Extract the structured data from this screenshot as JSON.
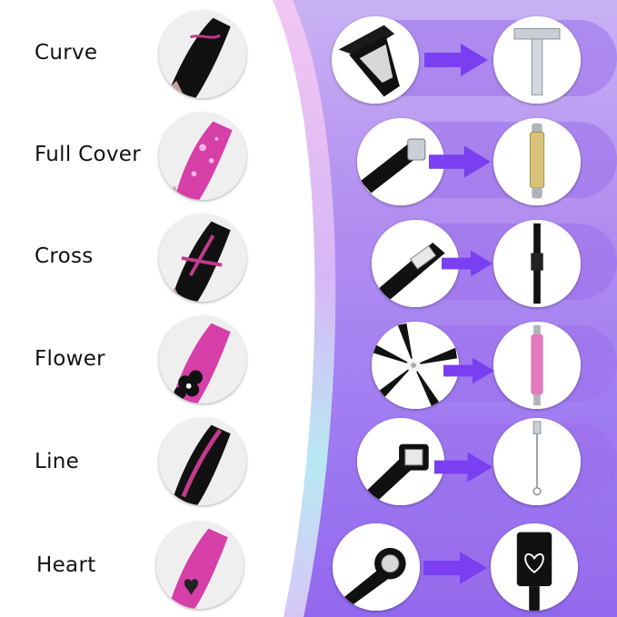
{
  "colors": {
    "label_text": "#111111",
    "arrow": "#7a3ff0",
    "pill": "#9a70eb",
    "nail_black": "#111111",
    "nail_pink": "#d63ea8",
    "magnet_metal": "#c9cfd6",
    "wand_gold": "#d8c27a",
    "wand_pink": "#e27bbd"
  },
  "rows": [
    {
      "label": "Curve",
      "nail_icon": "curve-nail-icon",
      "magnet_icon": "t-shaped-magnet-icon",
      "tool_icon": "t-bar-tool-icon"
    },
    {
      "label": "Full Cover",
      "nail_icon": "full-cover-nail-icon",
      "magnet_icon": "round-magnet-icon",
      "tool_icon": "cylinder-wand-icon"
    },
    {
      "label": "Cross",
      "nail_icon": "cross-nail-icon",
      "magnet_icon": "flat-magnet-icon",
      "tool_icon": "cross-wand-icon"
    },
    {
      "label": "Flower",
      "nail_icon": "flower-nail-icon",
      "magnet_icon": "flower-magnet-icon",
      "tool_icon": "pink-wand-icon"
    },
    {
      "label": "Line",
      "nail_icon": "line-nail-icon",
      "magnet_icon": "square-magnet-icon",
      "tool_icon": "line-stick-icon"
    },
    {
      "label": "Heart",
      "nail_icon": "heart-nail-icon",
      "magnet_icon": "round-tip-magnet-icon",
      "tool_icon": "heart-magnet-icon"
    }
  ]
}
